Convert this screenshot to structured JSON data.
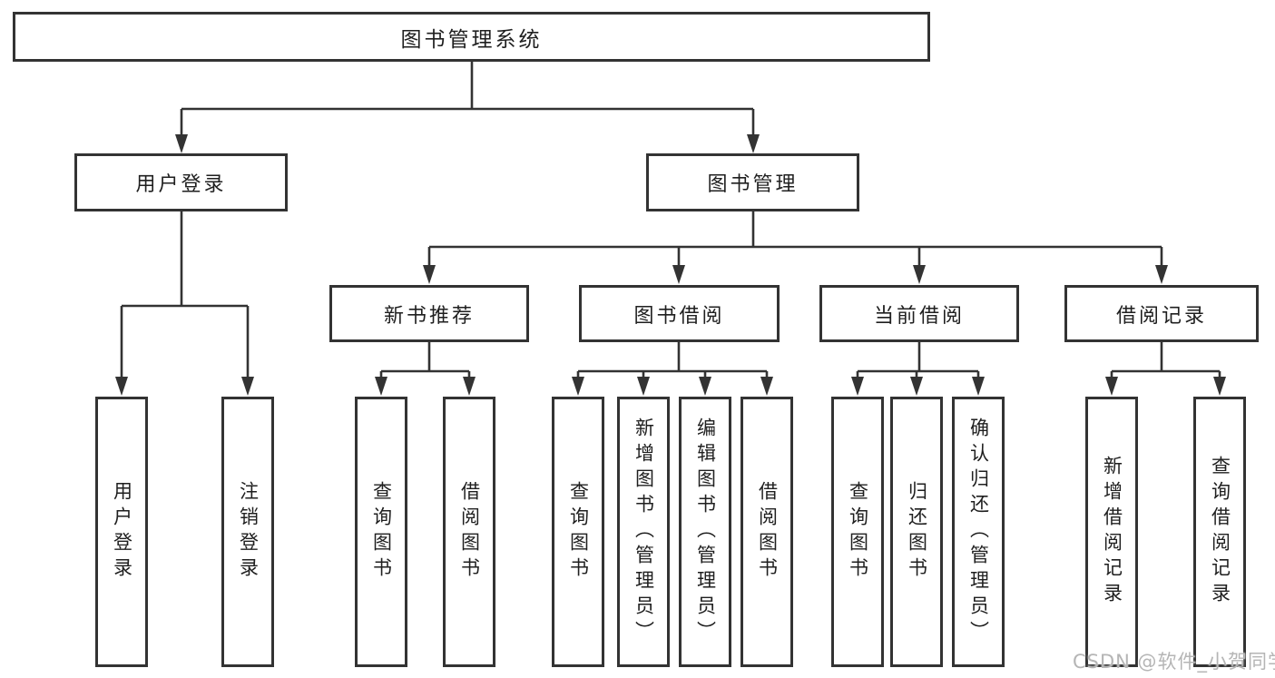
{
  "diagram": {
    "type": "hierarchy-tree",
    "title": "图书管理系统",
    "watermark": "CSDN @软件_小贺同学",
    "colors": {
      "background": "#ffffff",
      "line": "#333333",
      "box_border": "#333333",
      "text": "#1f1f1f",
      "watermark": "#b5b5b5"
    },
    "nodes": {
      "root": {
        "label": "图书管理系统"
      },
      "level2": [
        {
          "label": "用户登录"
        },
        {
          "label": "图书管理"
        }
      ],
      "level3": [
        {
          "label": "新书推荐",
          "parent": "图书管理"
        },
        {
          "label": "图书借阅",
          "parent": "图书管理"
        },
        {
          "label": "当前借阅",
          "parent": "图书管理"
        },
        {
          "label": "借阅记录",
          "parent": "图书管理"
        }
      ],
      "leaves": {
        "user_login": [
          "用户登录",
          "注销登录"
        ],
        "new_book_recommend": [
          "查询图书",
          "借阅图书"
        ],
        "book_borrow": [
          "查询图书",
          "新增图书（管理员）",
          "编辑图书（管理员）",
          "借阅图书"
        ],
        "current_borrow": [
          "查询图书",
          "归还图书",
          "确认归还（管理员）"
        ],
        "borrow_records": [
          "新增借阅记录",
          "查询借阅记录"
        ]
      }
    }
  }
}
